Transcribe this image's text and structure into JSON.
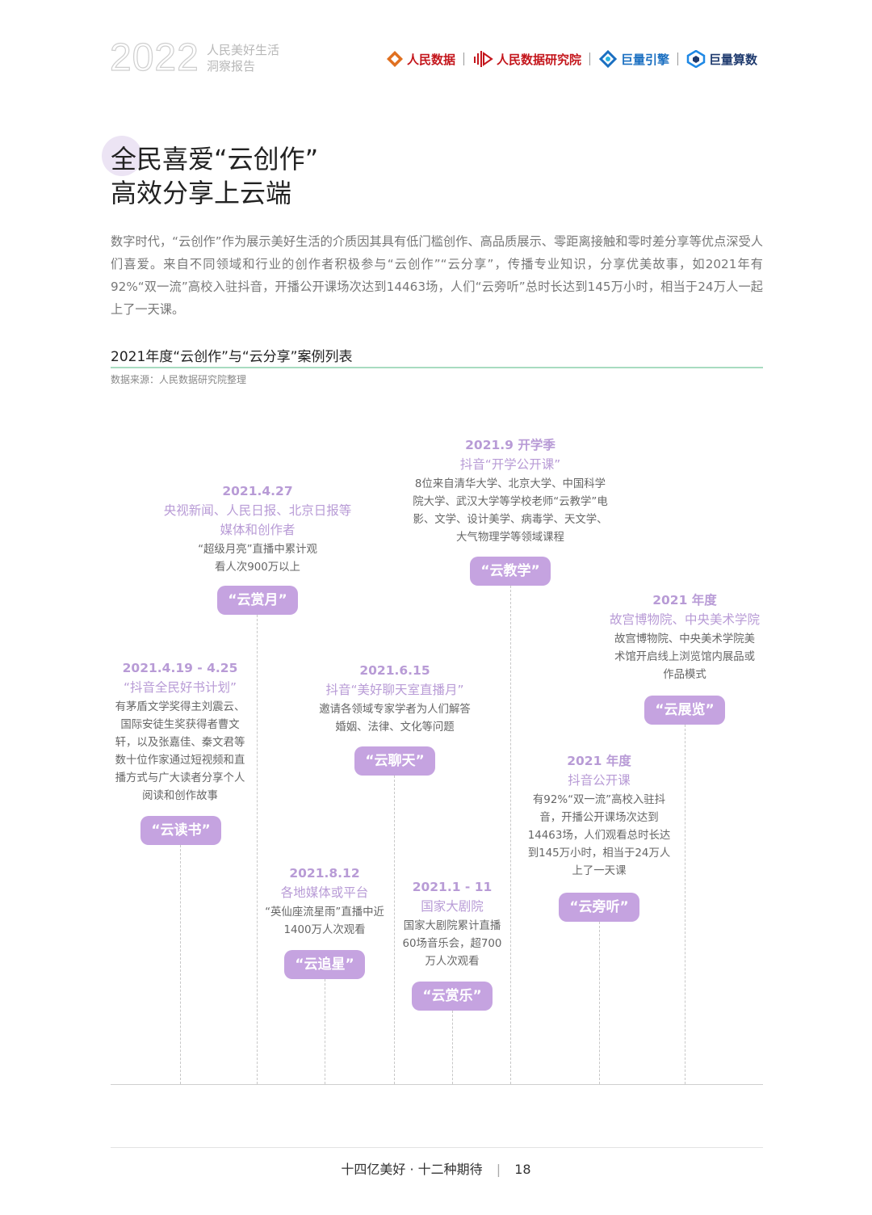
{
  "header": {
    "year": "2022",
    "report_title_line1": "人民美好生活",
    "report_title_line2": "洞察报告",
    "logos": [
      {
        "name": "人民数据",
        "icon": "people-data-diamond-icon"
      },
      {
        "name": "人民数据研究院",
        "icon": "people-data-institute-icon"
      },
      {
        "name": "巨量引擎",
        "icon": "ocean-engine-icon"
      },
      {
        "name": "巨量算数",
        "icon": "ocean-arithmetic-icon"
      }
    ]
  },
  "title": {
    "line1": "全民喜爱“云创作”",
    "line2": "高效分享上云端"
  },
  "intro": "数字时代，“云创作”作为展示美好生活的介质因其具有低门槛创作、高品质展示、零距离接触和零时差分享等优点深受人们喜爱。来自不同领域和行业的创作者积极参与“云创作”“云分享”，传播专业知识，分享优美故事，如2021年有92%“双一流”高校入驻抖音，开播公开课场次达到14463场，人们“云旁听”总时长达到145万小时，相当于24万人一起上了一天课。",
  "table": {
    "title": "2021年度“云创作”与“云分享”案例列表",
    "source": "数据来源：人民数据研究院整理"
  },
  "events": [
    {
      "date": "2021.4.19 - 4.25",
      "who": "“抖音全民好书计划”",
      "desc": "有茅盾文学奖得主刘震云、国际安徒生奖获得者曹文轩，以及张嘉佳、秦文君等数十位作家通过短视频和直播方式与广大读者分享个人阅读和创作故事",
      "tag": "“云读书”"
    },
    {
      "date": "2021.4.27",
      "who": "央视新闻、人民日报、北京日报等媒体和创作者",
      "desc": "“超级月亮”直播中累计观看人次900万以上",
      "tag": "“云赏月”"
    },
    {
      "date": "2021.8.12",
      "who": "各地媒体或平台",
      "desc": "“英仙座流星雨”直播中近1400万人次观看",
      "tag": "“云追星”"
    },
    {
      "date": "2021.6.15",
      "who": "抖音“美好聊天室直播月”",
      "desc": "邀请各领域专家学者为人们解答婚姻、法律、文化等问题",
      "tag": "“云聊天”"
    },
    {
      "date": "2021.1 - 11",
      "who": "国家大剧院",
      "desc": "国家大剧院累计直播60场音乐会，超700万人次观看",
      "tag": "“云赏乐”"
    },
    {
      "date": "2021.9 开学季",
      "who": "抖音“开学公开课”",
      "desc": "8位来自清华大学、北京大学、中国科学院大学、武汉大学等学校老师“云教学”电影、文学、设计美学、病毒学、天文学、大气物理学等领域课程",
      "tag": "“云教学”"
    },
    {
      "date": "2021 年度",
      "who": "抖音公开课",
      "desc": "有92%“双一流”高校入驻抖音，开播公开课场次达到14463场，人们观看总时长达到145万小时，相当于24万人上了一天课",
      "tag": "“云旁听”"
    },
    {
      "date": "2021 年度",
      "who": "故宫博物院、中央美术学院",
      "desc": "故宫博物院、中央美术学院美术馆开启线上浏览馆内展品或作品模式",
      "tag": "“云展览”"
    }
  ],
  "footer": {
    "text": "十四亿美好 · 十二种期待",
    "separator": "|",
    "page": "18"
  },
  "colors": {
    "accent_purple": "#c5a3e0",
    "event_text_purple": "#b89bd6",
    "rule_green": "#a8dcc0"
  }
}
